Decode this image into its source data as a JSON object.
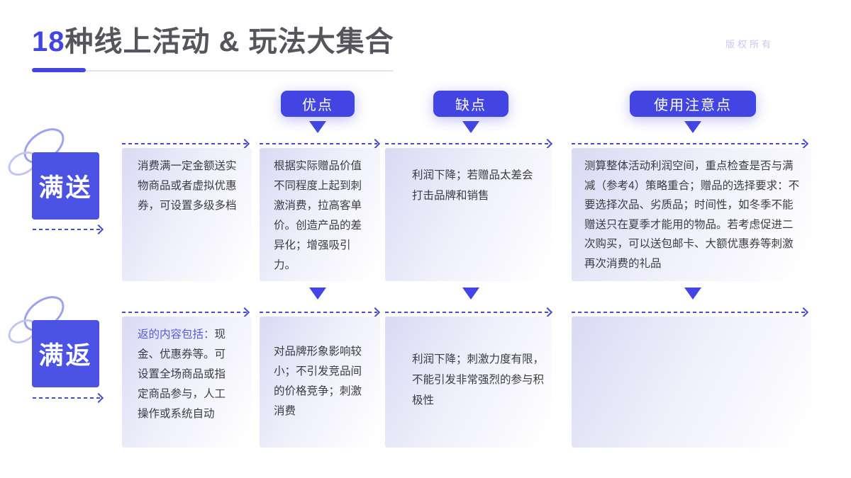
{
  "title": {
    "number": "18",
    "text": "种线上活动 & 玩法大集合"
  },
  "watermark": "版权所有",
  "columns": [
    {
      "label": "优点"
    },
    {
      "label": "缺点"
    },
    {
      "label": "使用注意点"
    }
  ],
  "rows": [
    {
      "label": "满送",
      "cells": [
        {
          "highlight": "",
          "text": "消费满一定金额送实物商品或者虚拟优惠券，可设置多级多档"
        },
        {
          "highlight": "",
          "text": "根据实际赠品价值不同程度上起到刺激消费，拉高客单价。创造产品的差异化；增强吸引力。"
        },
        {
          "highlight": "",
          "text": "利润下降；若赠品太差会打击品牌和销售"
        },
        {
          "highlight": "",
          "text": "测算整体活动利润空间，重点检查是否与满减（参考4）策略重合；赠品的选择要求：不要选择次品、劣质品；时间性，如冬季不能赠送只在夏季才能用的物品。若考虑促进二次购买，可以送包邮卡、大额优惠券等刺激再次消费的礼品"
        }
      ]
    },
    {
      "label": "满返",
      "cells": [
        {
          "highlight": "返的内容包括：",
          "text": "现金、优惠券等。可设置全场商品或指定商品参与，人工操作或系统自动"
        },
        {
          "highlight": "",
          "text": "对品牌形象影响较小；不引发竞品间的价格竞争；刺激消费"
        },
        {
          "highlight": "",
          "text": "利润下降；刺激力度有限，不能引发非常强烈的参与积极性"
        },
        {
          "highlight": "",
          "text": ""
        }
      ]
    }
  ],
  "colors": {
    "accent": "#4245E1",
    "arrow": "#474CCE",
    "square": "#4B52E4",
    "box_from": "#D9DAF4",
    "text": "#3B3B44",
    "highlight_text": "#575CD9",
    "title_text": "#55555E",
    "watermark": "#C6C9F0",
    "underline_gray": "#E3E4F2"
  }
}
